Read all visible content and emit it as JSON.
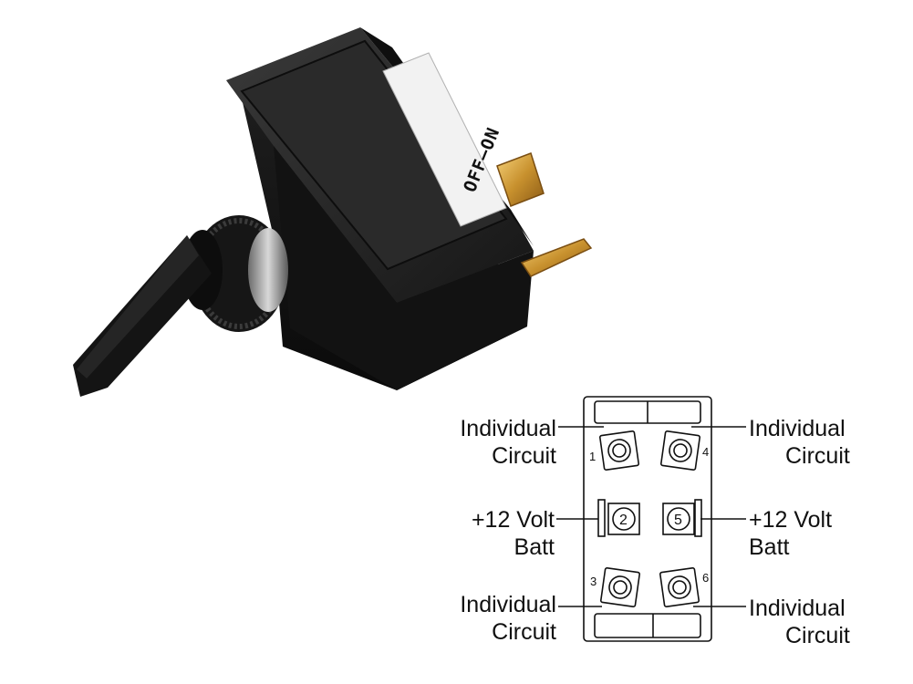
{
  "switch_label": "OFF–ON",
  "terminals": {
    "t1": "1",
    "t2": "2",
    "t3": "3",
    "t4": "4",
    "t5": "5",
    "t6": "6"
  },
  "labels": {
    "top_left": {
      "line1": "Individual",
      "line2": "Circuit"
    },
    "top_right": {
      "line1": "Individual",
      "line2": "Circuit"
    },
    "mid_left": {
      "line1": "+12  Volt",
      "line2": "Batt"
    },
    "mid_right": {
      "line1": "+12 Volt",
      "line2": "Batt"
    },
    "bottom_left": {
      "line1": "Individual",
      "line2": "Circuit"
    },
    "bottom_right": {
      "line1": "Individual",
      "line2": "Circuit"
    }
  },
  "colors": {
    "switch_body": "#1b1b1b",
    "terminal_brass": "#d9a441",
    "label_plate": "#f2f2f2"
  }
}
